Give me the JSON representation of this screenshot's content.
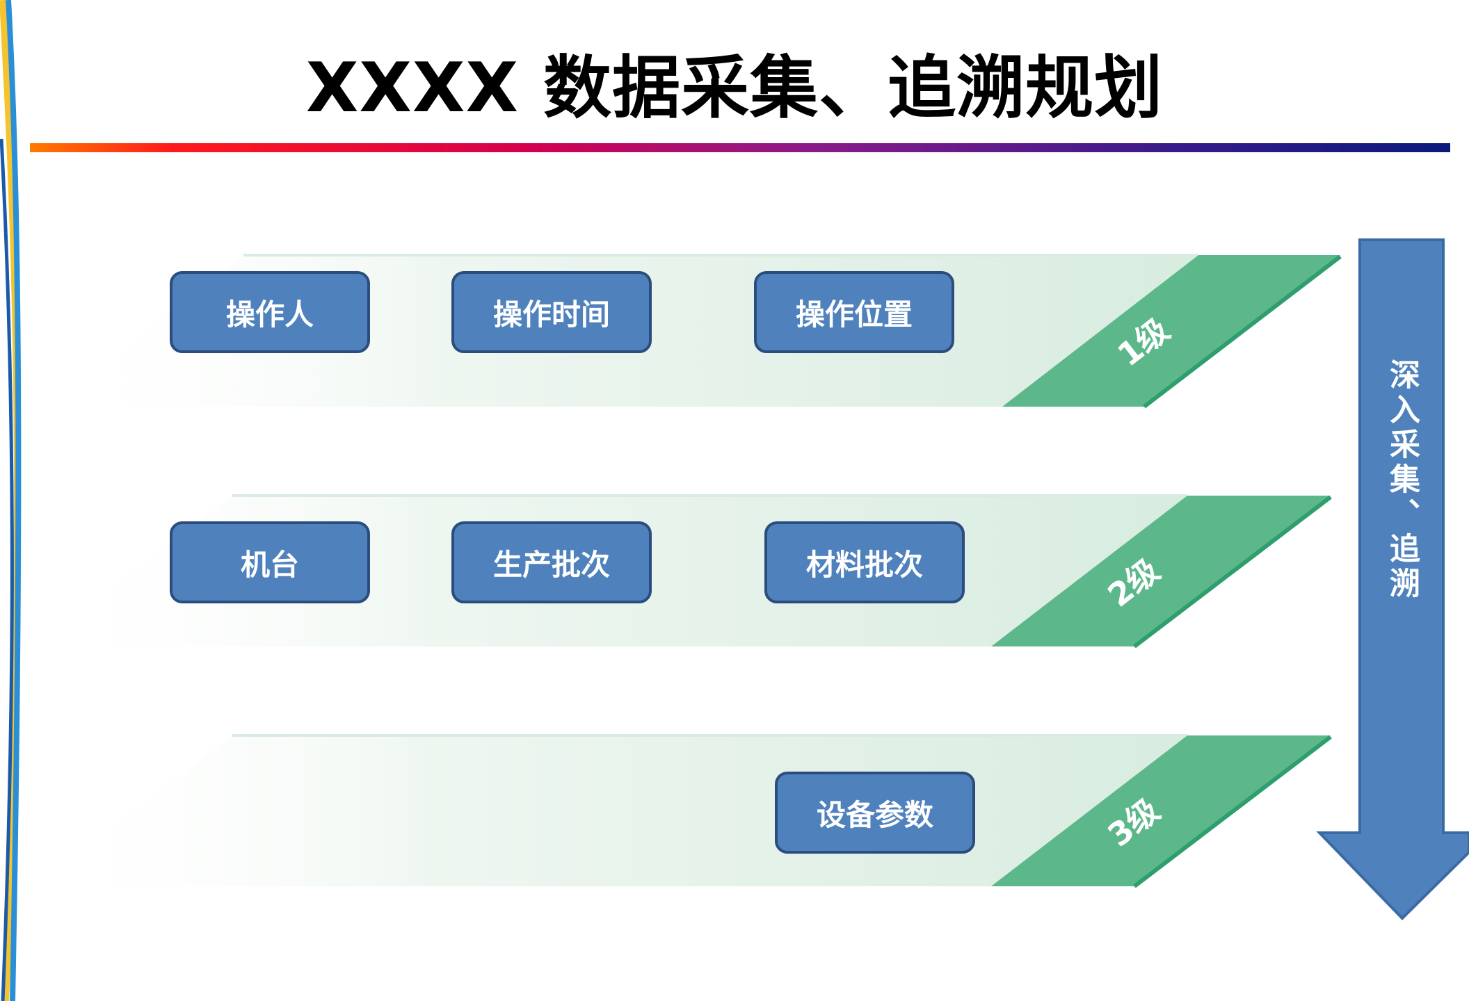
{
  "title": "XXXX 数据采集、追溯规划",
  "arrow": {
    "label": "深入采集、追溯"
  },
  "levels": [
    {
      "label": "1级",
      "items": [
        "操作人",
        "操作时间",
        "操作位置"
      ]
    },
    {
      "label": "2级",
      "items": [
        "机台",
        "生产批次",
        "材料批次"
      ]
    },
    {
      "label": "3级",
      "items": [
        "设备参数"
      ]
    }
  ],
  "colors": {
    "chip_fill": "#4f81bd",
    "chip_border": "#2b4d7e",
    "band_green": "#5cb88a",
    "band_dark_green": "#2e9e6e",
    "arrow_fill": "#4f81bd"
  }
}
